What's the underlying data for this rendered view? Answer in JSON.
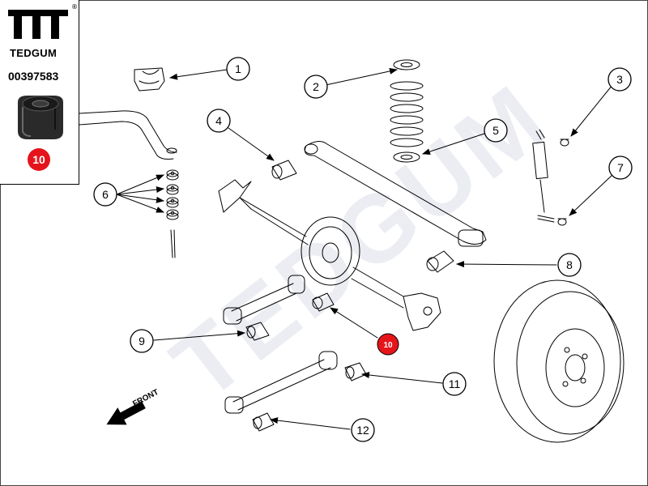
{
  "brand": {
    "name": "TEDGUM",
    "registered_mark": "®",
    "part_number": "00397583",
    "highlight_position": "10",
    "highlight_color": "#e5141b",
    "watermark": "TEDGUM"
  },
  "diagram": {
    "front_label": "FRONT",
    "callouts": [
      {
        "id": "1",
        "label": "1"
      },
      {
        "id": "2",
        "label": "2"
      },
      {
        "id": "3",
        "label": "3"
      },
      {
        "id": "4",
        "label": "4"
      },
      {
        "id": "5",
        "label": "5"
      },
      {
        "id": "6",
        "label": "6"
      },
      {
        "id": "7",
        "label": "7"
      },
      {
        "id": "8",
        "label": "8"
      },
      {
        "id": "9",
        "label": "9"
      },
      {
        "id": "10",
        "label": "10"
      },
      {
        "id": "11",
        "label": "11"
      },
      {
        "id": "12",
        "label": "12"
      }
    ]
  }
}
